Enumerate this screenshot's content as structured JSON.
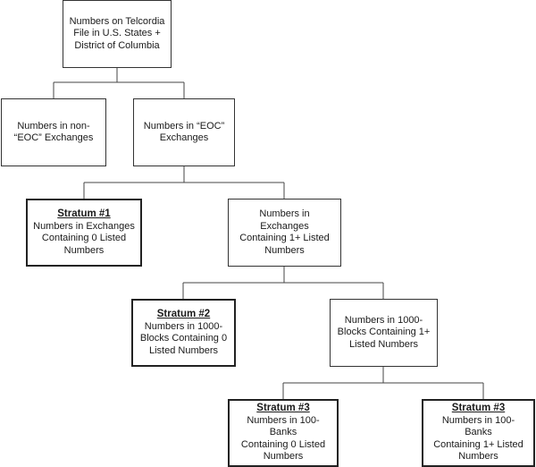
{
  "nodes": {
    "root": [
      "Numbers on Telcordia",
      "File in U.S. States +",
      "District of Columbia"
    ],
    "non_eoc": [
      "Numbers in non-",
      "“EOC” Exchanges"
    ],
    "eoc": [
      "Numbers in “EOC”",
      "Exchanges"
    ],
    "stratum1": {
      "title": "Stratum #1",
      "lines": [
        "Numbers in Exchanges",
        "Containing 0 Listed",
        "Numbers"
      ]
    },
    "exch_listed": [
      "Numbers in Exchanges",
      "Containing 1+ Listed",
      "Numbers"
    ],
    "stratum2": {
      "title": "Stratum #2",
      "lines": [
        "Numbers in 1000-",
        "Blocks Containing 0",
        "Listed Numbers"
      ]
    },
    "block_listed": [
      "Numbers in 1000-",
      "Blocks Containing 1+",
      "Listed Numbers"
    ],
    "stratum3a": {
      "title": "Stratum #3",
      "lines": [
        "Numbers in 100-Banks",
        "Containing 0 Listed",
        "Numbers"
      ]
    },
    "stratum3b": {
      "title": "Stratum #3",
      "lines": [
        "Numbers in 100-Banks",
        "Containing 1+ Listed",
        "Numbers"
      ]
    }
  }
}
